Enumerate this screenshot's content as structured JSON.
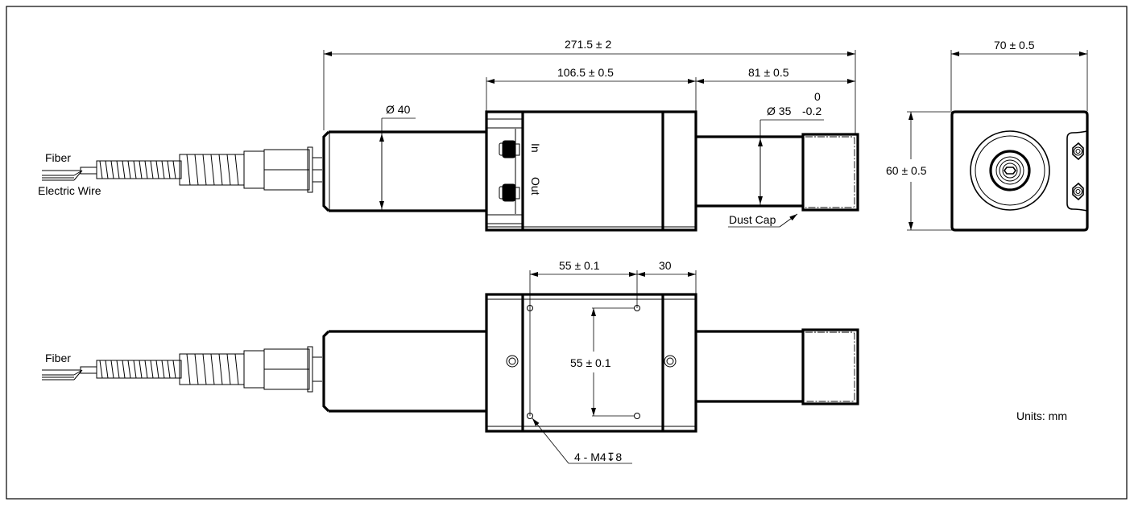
{
  "drawing": {
    "type": "mechanical-dimension-drawing",
    "units_label": "Units: mm",
    "colors": {
      "line": "#000000",
      "background": "#ffffff",
      "frame": "#000000"
    }
  },
  "side_view": {
    "labels": {
      "fiber": "Fiber",
      "electric_wire": "Electric Wire",
      "port_in": "In",
      "port_out": "Out",
      "dust_cap": "Dust Cap"
    },
    "dimensions": {
      "overall_length": "271.5 ± 2",
      "body_length": "106.5 ± 0.5",
      "tube_length": "81 ± 0.5",
      "rear_diameter": "Ø 40",
      "front_diameter": "Ø 35",
      "front_diameter_tol_upper": "0",
      "front_diameter_tol_lower": "-0.2"
    }
  },
  "end_view": {
    "dimensions": {
      "width": "70 ± 0.5",
      "height": "60 ± 0.5"
    }
  },
  "bottom_view": {
    "labels": {
      "fiber": "Fiber"
    },
    "dimensions": {
      "hole_spacing_x": "55 ± 0.1",
      "edge_offset": "30",
      "hole_spacing_y": "55 ± 0.1",
      "mount_holes": "4 - M4↧8"
    }
  }
}
